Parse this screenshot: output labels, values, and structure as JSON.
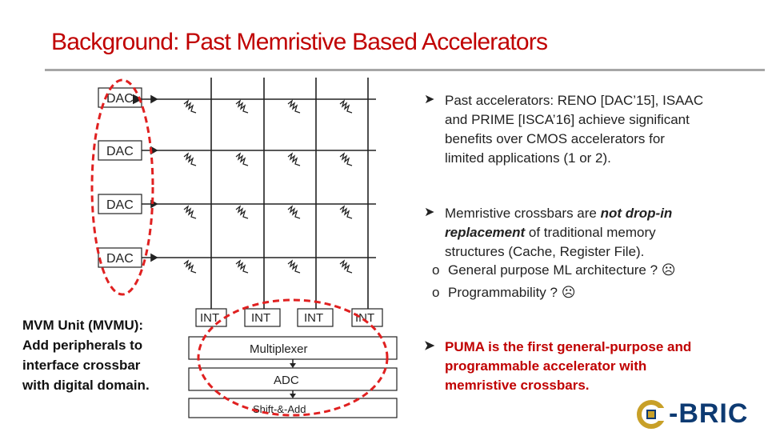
{
  "title": "Background: Past Memristive Based Accelerators",
  "crossbar": {
    "dac_labels": [
      "DAC",
      "DAC",
      "DAC",
      "DAC"
    ],
    "int_labels": [
      "INT",
      "INT",
      "INT",
      "INT"
    ],
    "multiplexer": "Multiplexer",
    "adc": "ADC",
    "shift_add": "Shift-&-Add"
  },
  "mvmu_caption": [
    "MVM Unit (MVMU):",
    "Add peripherals to",
    "interface crossbar",
    "with digital domain."
  ],
  "bullets": {
    "b1": [
      "Past accelerators: RENO [DAC’15], ISAAC",
      "and PRIME [ISCA’16] achieve significant",
      "benefits over CMOS accelerators for",
      "limited applications (1 or 2)."
    ],
    "b2_l1_pre": "Memristive crossbars are ",
    "b2_l1_em": "not drop-in",
    "b2_l2_em": "replacement",
    "b2_l2_post": " of traditional memory",
    "b2_l3": "structures (Cache, Register File).",
    "sub1": "General purpose ML architecture ? ☹",
    "sub2": "Programmability ? ☹",
    "b3": [
      "PUMA is the first general-purpose and",
      "programmable accelerator with",
      "memristive crossbars."
    ]
  },
  "logo": {
    "text": "-BRIC",
    "color": "#0d3a72",
    "mark_color": "#c8a028"
  },
  "colors": {
    "title": "#c00000",
    "highlight_ellipse": "#e02020"
  }
}
